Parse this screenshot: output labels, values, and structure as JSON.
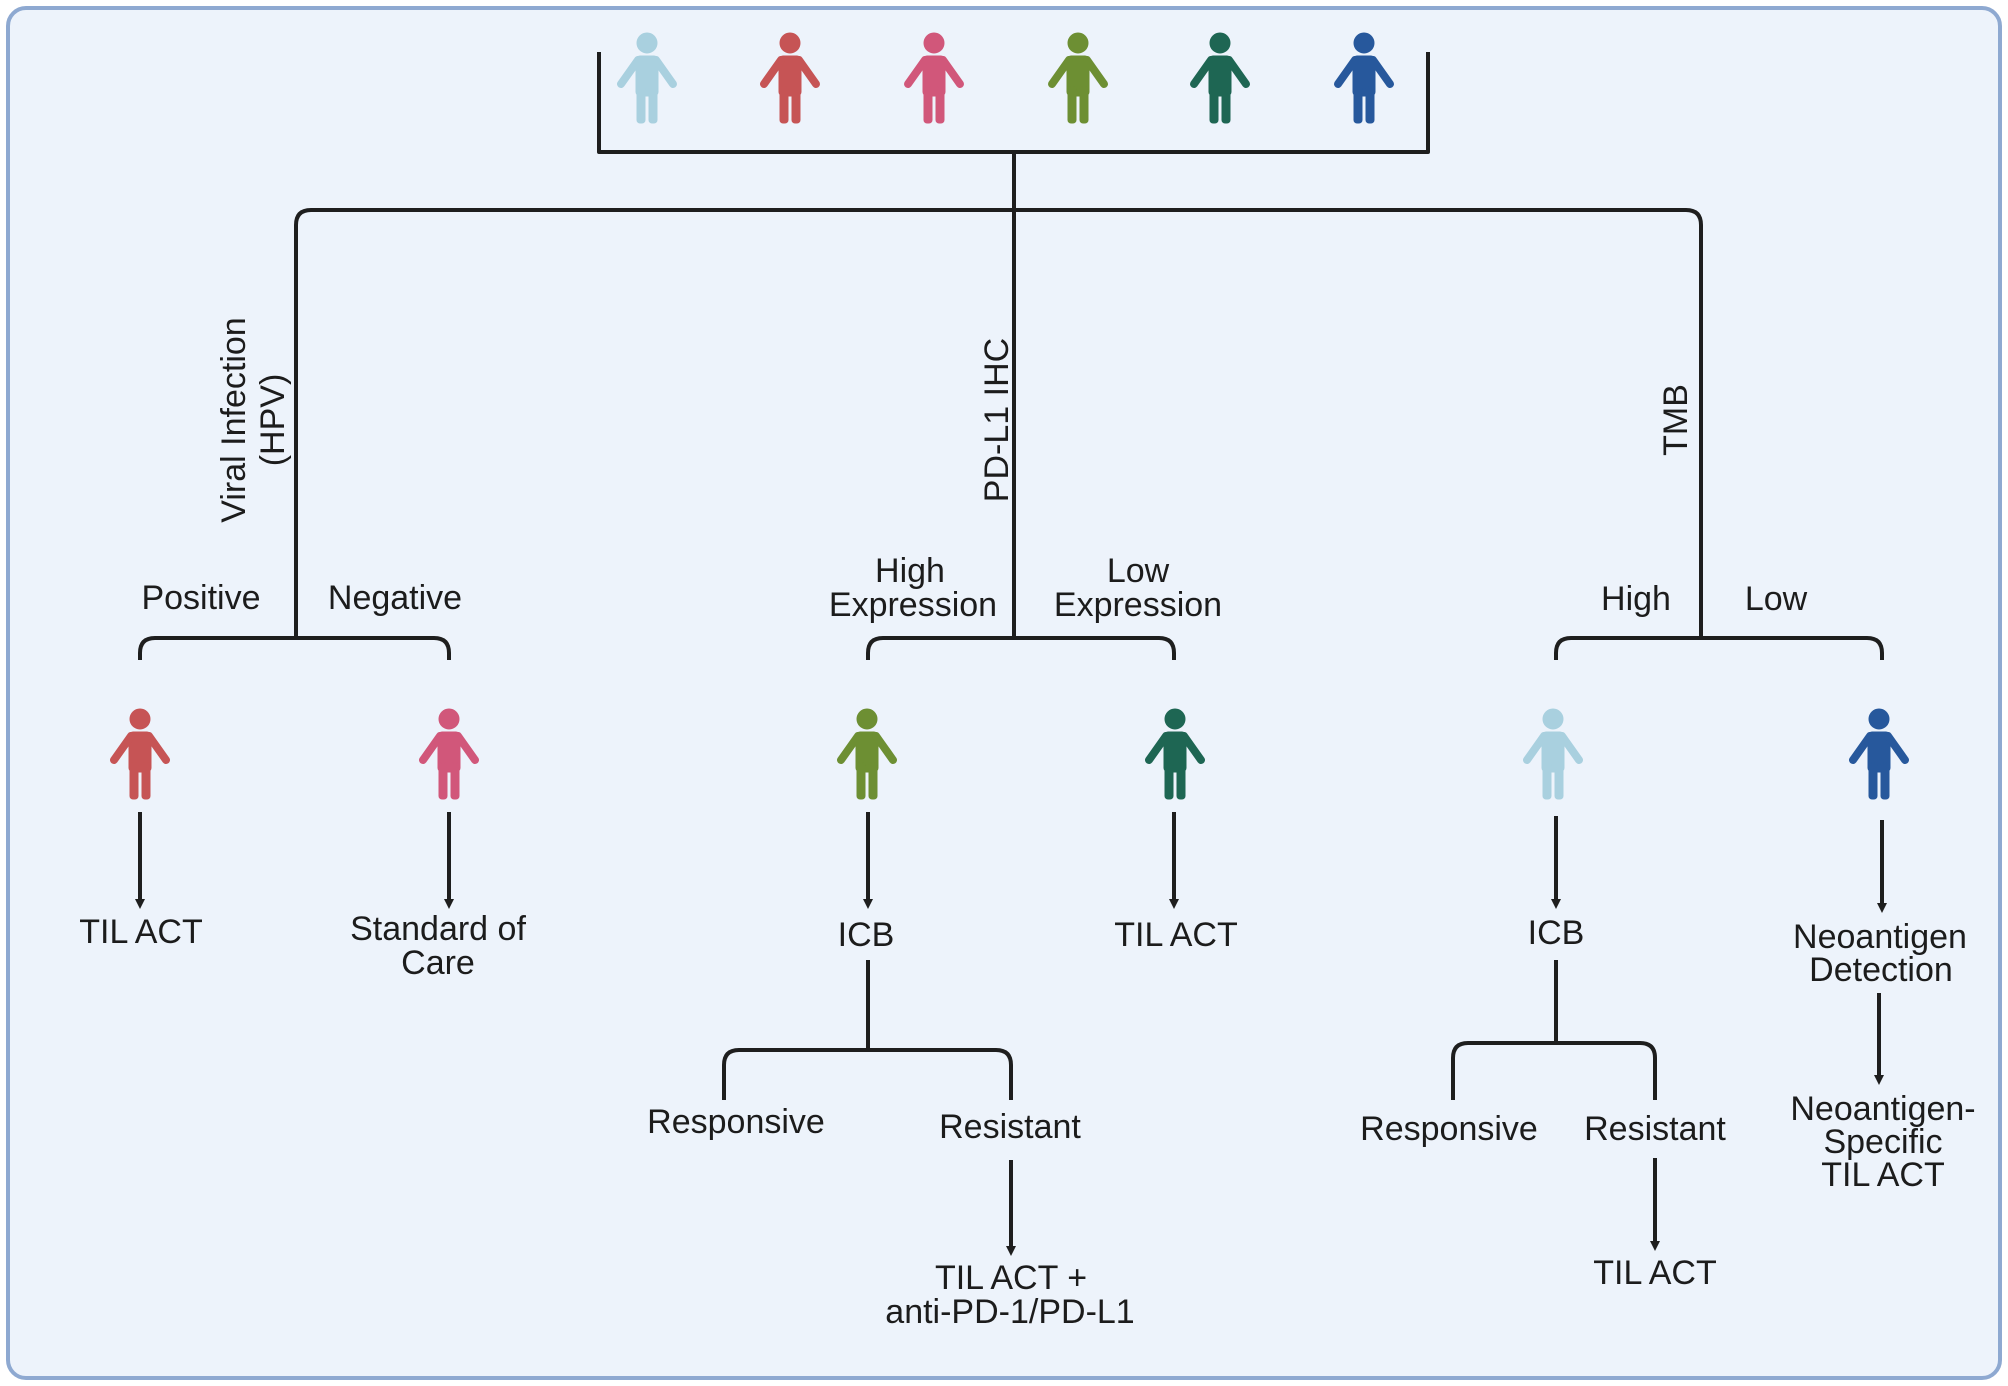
{
  "colors": {
    "background": "#edf3fb",
    "frame": "#8ea9d1",
    "line": "#1e1e1e",
    "person_light_blue": "#a9d0df",
    "person_red": "#c65455",
    "person_pink": "#d1577a",
    "person_olive": "#6d8f33",
    "person_dark_teal": "#1e6653",
    "person_blue": "#27589c"
  },
  "icons": {
    "person": "person-icon"
  },
  "branches": {
    "left": {
      "title_line1": "Viral Infection",
      "title_line2": "(HPV)",
      "positive": "Positive",
      "negative": "Negative",
      "positive_outcome": "TIL ACT",
      "negative_outcome_line1": "Standard of",
      "negative_outcome_line2": "Care"
    },
    "middle": {
      "title": "PD-L1 IHC",
      "high_line1": "High",
      "high_line2": "Expression",
      "low_line1": "Low",
      "low_line2": "Expression",
      "high_outcome": "ICB",
      "low_outcome": "TIL ACT",
      "responsive": "Responsive",
      "resistant": "Resistant",
      "resistant_outcome_line1": "TIL ACT +",
      "resistant_outcome_line2": "anti-PD-1/PD-L1"
    },
    "right": {
      "title": "TMB",
      "high": "High",
      "low": "Low",
      "high_outcome": "ICB",
      "low_outcome_line1": "Neoantigen",
      "low_outcome_line2": "Detection",
      "responsive": "Responsive",
      "resistant": "Resistant",
      "resistant_outcome": "TIL ACT",
      "final_line1": "Neoantigen-",
      "final_line2": "Specific",
      "final_line3": "TIL ACT"
    }
  }
}
